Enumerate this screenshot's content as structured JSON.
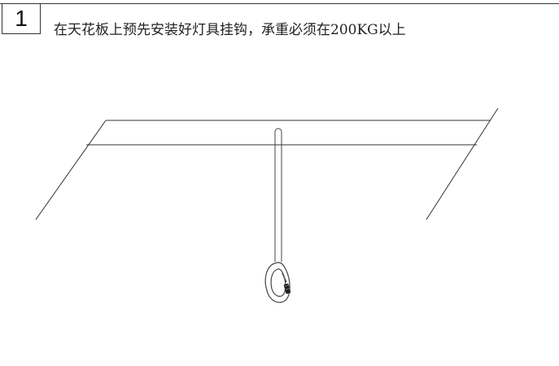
{
  "step": {
    "number": "1",
    "instruction": "在天花板上预先安装好灯具挂钩，承重必须在200KG以上"
  },
  "colors": {
    "line": "#333333",
    "text": "#222222",
    "background": "#ffffff"
  },
  "illustration": {
    "parts": [
      "ceiling-plane",
      "hanging-rod",
      "carabiner-hook"
    ]
  }
}
